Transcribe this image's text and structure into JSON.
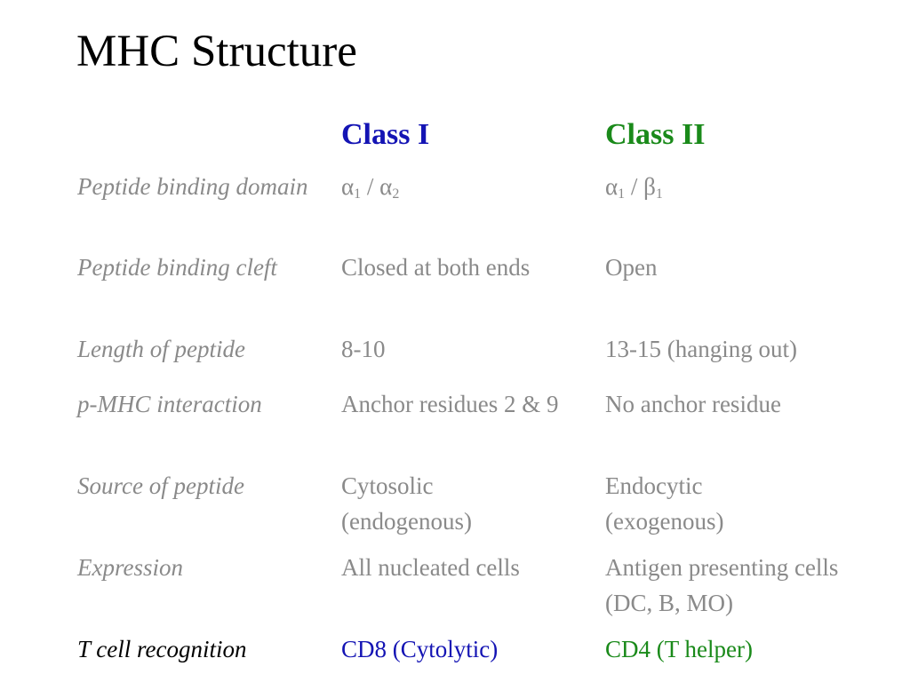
{
  "title": "MHC Structure",
  "columns": {
    "class1": "Class I",
    "class2": "Class II"
  },
  "rows": [
    {
      "label": "Peptide binding domain",
      "class1": "",
      "class2": ""
    },
    {
      "label": "Peptide binding cleft",
      "class1": "Closed at both ends",
      "class2": "Open"
    },
    {
      "label": "Length of peptide",
      "class1": "8-10",
      "class2": "13-15 (hanging out)"
    },
    {
      "label": "p-MHC interaction",
      "class1": "Anchor residues 2 & 9",
      "class2": "No anchor residue"
    },
    {
      "label": "Source of peptide",
      "class1": "Cytosolic (endogenous)",
      "class2": "Endocytic (exogenous)"
    },
    {
      "label": "Expression",
      "class1": "All nucleated cells",
      "class2": "Antigen presenting cells (DC, B, MO)"
    },
    {
      "label": "T cell recognition",
      "class1": "CD8 (Cytolytic)",
      "class2": "CD4 (T helper)"
    }
  ],
  "domain_symbols": {
    "class1": {
      "a": "α",
      "a_sub": "1",
      "sep": " / ",
      "b": "α",
      "b_sub": "2"
    },
    "class2": {
      "a": "α",
      "a_sub": "1",
      "sep": " / ",
      "b": "β",
      "b_sub": "1"
    }
  },
  "colors": {
    "class1": "#1414b4",
    "class2": "#1a8a1a",
    "muted": "#8a8a8a"
  }
}
